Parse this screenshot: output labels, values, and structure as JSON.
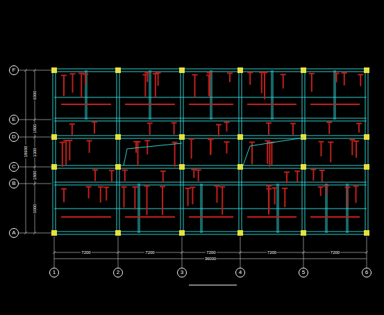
{
  "diagram": {
    "nodes": [
      {
        "text": [
          "F"
        ]
      },
      {
        "text": [
          "E"
        ]
      },
      {
        "text": [
          "D"
        ]
      },
      {
        "text": [
          "C"
        ]
      },
      {
        "text": [
          "B"
        ]
      },
      {
        "text": [
          "A"
        ]
      },
      {
        "text": [
          "1"
        ]
      },
      {
        "text": [
          "2"
        ]
      },
      {
        "text": [
          "3"
        ]
      },
      {
        "text": [
          "4"
        ]
      },
      {
        "text": [
          "5"
        ]
      },
      {
        "text": [
          "6"
        ]
      }
    ],
    "labels": [
      "7200",
      "7200",
      "7200",
      "7200",
      "7200",
      "36000",
      "6000",
      "1800",
      "3300",
      "1800",
      "6000",
      "18900"
    ]
  }
}
